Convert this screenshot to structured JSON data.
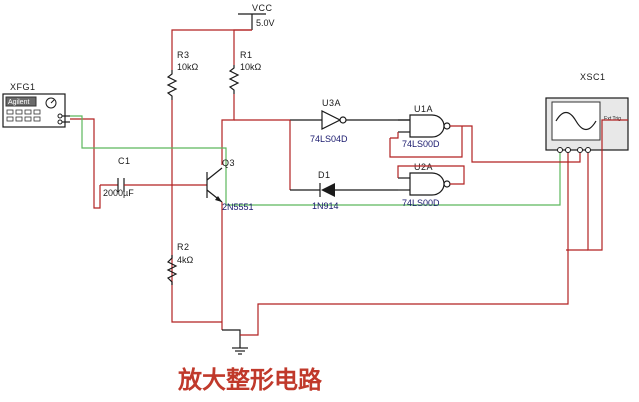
{
  "vcc": {
    "name": "VCC",
    "value": "5.0V"
  },
  "xfg1": {
    "ref": "XFG1",
    "brand": "Agilent"
  },
  "xsc1": {
    "ref": "XSC1",
    "ext_trig": "Ext Trig"
  },
  "r3": {
    "ref": "R3",
    "value": "10kΩ"
  },
  "r1": {
    "ref": "R1",
    "value": "10kΩ"
  },
  "r2": {
    "ref": "R2",
    "value": "4kΩ"
  },
  "c1": {
    "ref": "C1",
    "value": "2000µF"
  },
  "q3": {
    "ref": "Q3",
    "part": "2N5551"
  },
  "u3a": {
    "ref": "U3A",
    "part": "74LS04D"
  },
  "u1a": {
    "ref": "U1A",
    "part": "74LS00D"
  },
  "u2a": {
    "ref": "U2A",
    "part": "74LS00D"
  },
  "d1": {
    "ref": "D1",
    "part": "1N914"
  },
  "caption": "放大整形电路",
  "colors": {
    "red_wire": "#b22222",
    "green_wire": "#5cb85c",
    "caption": "#c0392b"
  }
}
